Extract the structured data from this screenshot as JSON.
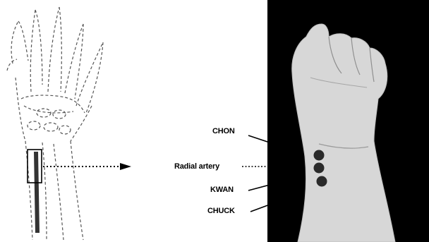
{
  "labels": {
    "chon": "CHON",
    "radial_artery": "Radial artery",
    "kwan": "KWAN",
    "chuck": "CHUCK"
  },
  "colors": {
    "photo_background": "#000000",
    "skin": "#d9d9d9",
    "pulse_point": "#2a2a2a",
    "line": "#000000"
  }
}
